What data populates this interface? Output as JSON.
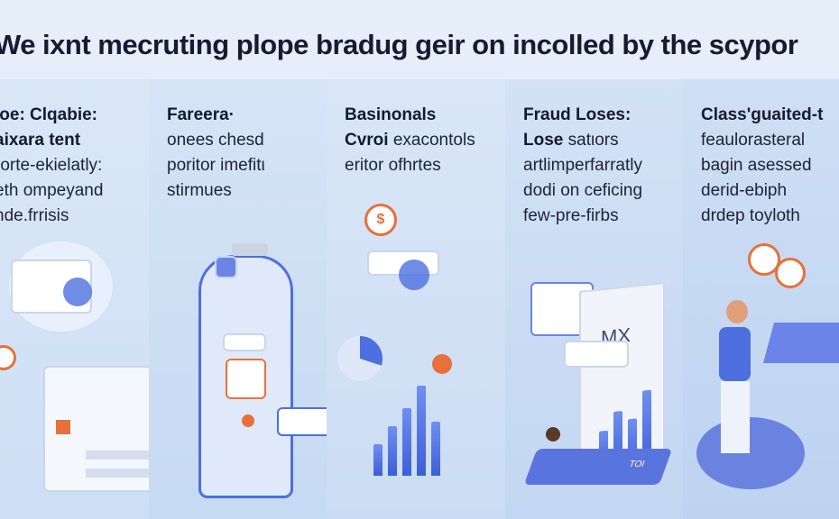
{
  "title": "We ixnt mecruting plope bradug geir on incolled by the scypor",
  "columns": [
    {
      "heading": "ioe: Clqabie:",
      "lines_bold": [
        "aixara tent"
      ],
      "lines": [
        "rorte-ekielatly:",
        "eth ompeyand",
        "nde.frrisis"
      ]
    },
    {
      "heading": "Fareera·",
      "lines_bold": [],
      "lines": [
        "onees chesd",
        "poritor imefitι",
        "stirmues"
      ]
    },
    {
      "heading": "Basinonals",
      "lines_bold": [
        "Cvroi"
      ],
      "lines": [
        "exacontols",
        "eritor ofhrtes"
      ]
    },
    {
      "heading": "Fraud Loses:",
      "lines_bold": [
        "Lose"
      ],
      "lines": [
        "satιors",
        "artlimperfarratly",
        "dodi on ceficing",
        "few-pre-firbs"
      ]
    },
    {
      "heading": "Class'guaited-t",
      "lines_bold": [],
      "lines": [
        "feaulorasteral",
        "bagin asessed",
        "derid-ebiph",
        "drdep toyloth"
      ]
    }
  ],
  "icons": {
    "coin": "dollar-coin-icon",
    "chart_label": "MX",
    "screen_label": "TOI"
  },
  "colors": {
    "accent": "#4d6fe0",
    "orange": "#e8703a",
    "text": "#161b33"
  }
}
